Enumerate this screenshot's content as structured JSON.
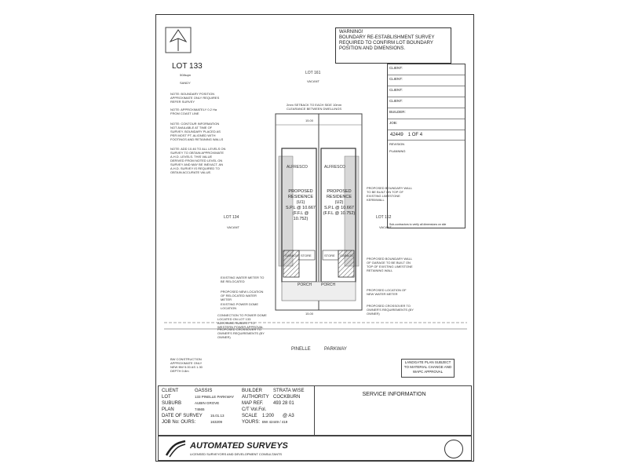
{
  "warning": {
    "line1": "WARNING!",
    "line2": "BOUNDARY RE-ESTABLISHMENT SURVEY",
    "line3": "REQUIRED TO CONFIRM LOT BOUNDARY",
    "line4": "POSITION AND DIMENSIONS."
  },
  "lot": {
    "title": "LOT 133",
    "area": "508sqm",
    "soil": "SANDY"
  },
  "notes": {
    "n1": "NOTE: BOUNDARY POSITION APPROXIMATE ONLY REQUIRES REFER SURVEY",
    "n2": "NOTE: APPROXIMATELY 0.2 Ha FROM COAST LINE",
    "n3": "NOTE: CONTOUR INFORMATION NOT AVAILABLE AT TIME OF SURVEY. BOUNDARY PLACED AS PER MOST PT. ALIGNED WITH FOOTINGS AND RETAINING WALLS",
    "n4": "NOTE: ADD 10.46 TO ALL LEVELS ON SURVEY TO OBTAIN APPROXIMATE A.H.D. LEVELS. THIS VALUE DERIVED FROM NOTED LEVEL ON SURVEY AND MAY BE INEXACT. AN A.H.D. SURVEY IS REQUIRED TO OBTAIN ACCURATE VALUE.",
    "n5": "BW CONSTRUCTION APPROXIMATE ONLY NEW BW 5.00 AS 1.30 DEPTH 0.8m"
  },
  "neighbours": {
    "north": "LOT 161",
    "north_sub": "VACANT",
    "west": "LOT 134",
    "west_sub": "VACANT",
    "east": "LOT 162",
    "east_sub": "VACANT"
  },
  "plan": {
    "alfresco_l": "ALFRESCO",
    "alfresco_r": "ALFRESCO",
    "res_l": [
      "PROPOSED",
      "RESIDENCE",
      "(U1)",
      "S.P.L @ 10.667",
      "(F.F.L @ 10.752)"
    ],
    "res_r": [
      "PROPOSED",
      "RESIDENCE",
      "(U2)",
      "S.P.L @ 10.667",
      "(F.F.L @ 10.752)"
    ],
    "garage": "GARAGE",
    "store": "STORE",
    "porch": "PORCH",
    "dim_top": "15.00",
    "dim_bottom": "15.00",
    "note_top": "2mm SETBACK TO EACH SIDE 10mm CLEARANCE BETWEEN DWELLINGS",
    "callouts": [
      "PROPOSED BOUNDARY WALL TO BE BUILT ON TOP OF EXISTING LIMESTONE KERB/WALL",
      "PROPOSED BOUNDARY WALL OF GARAGE TO BE BUILT ON TOP OF EXISTING LIMESTONE RETAINING WALL",
      "PROPOSED LOCATION OF NEW WATER METER",
      "PROPOSED CROSSOVER TO OWNER'S REQUIREMENTS (BY OWNER)"
    ],
    "callouts_left": [
      "EXISTING WATER METER TO BE RELOCATED",
      "PROPOSED NEW LOCATION OF RELOCATED WATER METER",
      "EXISTING POWER DOME LOCATION",
      "CONNECTION TO POWER DOME LOCATED ON LOT 133 ADJOINING SUBJECT TO WESTERN POWER APPROVAL",
      "PROPOSED CROSSOVER TO OWNER'S REQUIREMENTS (BY OWNER)"
    ],
    "street_l": "PINELLE",
    "street_r": "PARKWAY",
    "landgate": "LANDGATE PLAN SUBJECT TO MATERIAL CHANGE AND WAPC APPROVAL"
  },
  "client_box": {
    "labels": [
      "CLIENT:",
      "CLIENT:",
      "CLIENT:",
      "CLIENT:",
      "BUILDER:",
      "JOB:"
    ],
    "job_no": "42449",
    "sheet": "1 OF 4",
    "revision": "REVISION",
    "planning": "PLANNING",
    "sub": "Sub-contractors to verify all dimensions on site"
  },
  "title_block": {
    "client_label": "CLIENT",
    "client": "GASSIS",
    "builder_label": "BUILDER",
    "builder": "STRATA WISE",
    "lot_label": "LOT",
    "lot": "133 PINELLE PARKWAY",
    "authority_label": "AUTHORITY",
    "authority": "COCKBURN",
    "suburb_label": "SUBURB",
    "suburb": "AUBIN GROVE",
    "mapref_label": "MAP REF.",
    "mapref": "493 28 01",
    "plan_label": "PLAN",
    "plan": "74665",
    "ct_label": "C/T Vol.Fol.",
    "ct": "",
    "date_label": "DATE OF SURVEY",
    "date": "15.01.13",
    "scale_label": "SCALE",
    "scale": "1:200",
    "size": "@ A3",
    "jobno_label": "JOB No: OURS:",
    "jobno": "163209",
    "yours_label": "YOURS:",
    "yours": "BW 42449 / 419",
    "service": "SERVICE INFORMATION"
  },
  "company": {
    "name": "AUTOMATED SURVEYS",
    "tagline": "LICENSED SURVEYORS AND DEVELOPMENT CONSULTANTS"
  }
}
